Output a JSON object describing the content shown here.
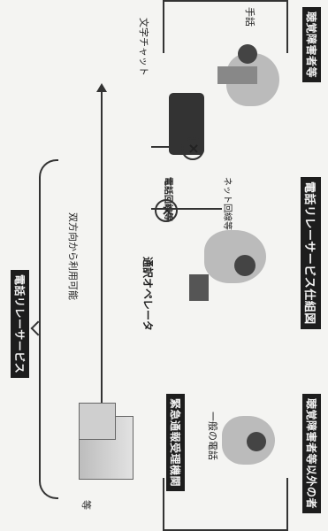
{
  "labels": {
    "left_header": "聴覚障害者等",
    "title": "電話リレーサービス仕組図",
    "right_header_top": "聴覚障害者等以外の者",
    "right_header_bottom": "緊急通報受理機関",
    "sign_language": "手話",
    "text_chat": "文字チャット",
    "net_line": "ネット回線等",
    "phone_line": "電話回線等",
    "operator": "通訳オペレータ",
    "bidirectional": "双方向から利用可能",
    "general_phone": "一般の電話",
    "etc": "等",
    "bottom_banner": "電話リレーサービス"
  }
}
